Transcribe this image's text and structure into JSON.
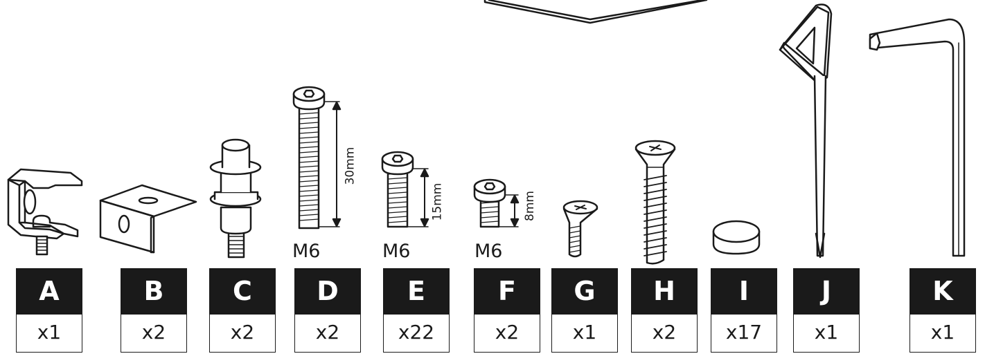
{
  "parts": [
    {
      "letter": "A",
      "qty": "x1"
    },
    {
      "letter": "B",
      "qty": "x2"
    },
    {
      "letter": "C",
      "qty": "x2"
    },
    {
      "letter": "D",
      "qty": "x2",
      "spec": "M6",
      "length": "30mm"
    },
    {
      "letter": "E",
      "qty": "x22",
      "spec": "M6",
      "length": "15mm"
    },
    {
      "letter": "F",
      "qty": "x2",
      "spec": "M6",
      "length": "8mm"
    },
    {
      "letter": "G",
      "qty": "x1"
    },
    {
      "letter": "H",
      "qty": "x2"
    },
    {
      "letter": "I",
      "qty": "x17"
    },
    {
      "letter": "J",
      "qty": "x1"
    },
    {
      "letter": "K",
      "qty": "x1"
    }
  ],
  "colors": {
    "ink": "#1a1a1a",
    "label_bg": "#1a1a1a",
    "label_text": "#ffffff",
    "paper": "#ffffff"
  }
}
